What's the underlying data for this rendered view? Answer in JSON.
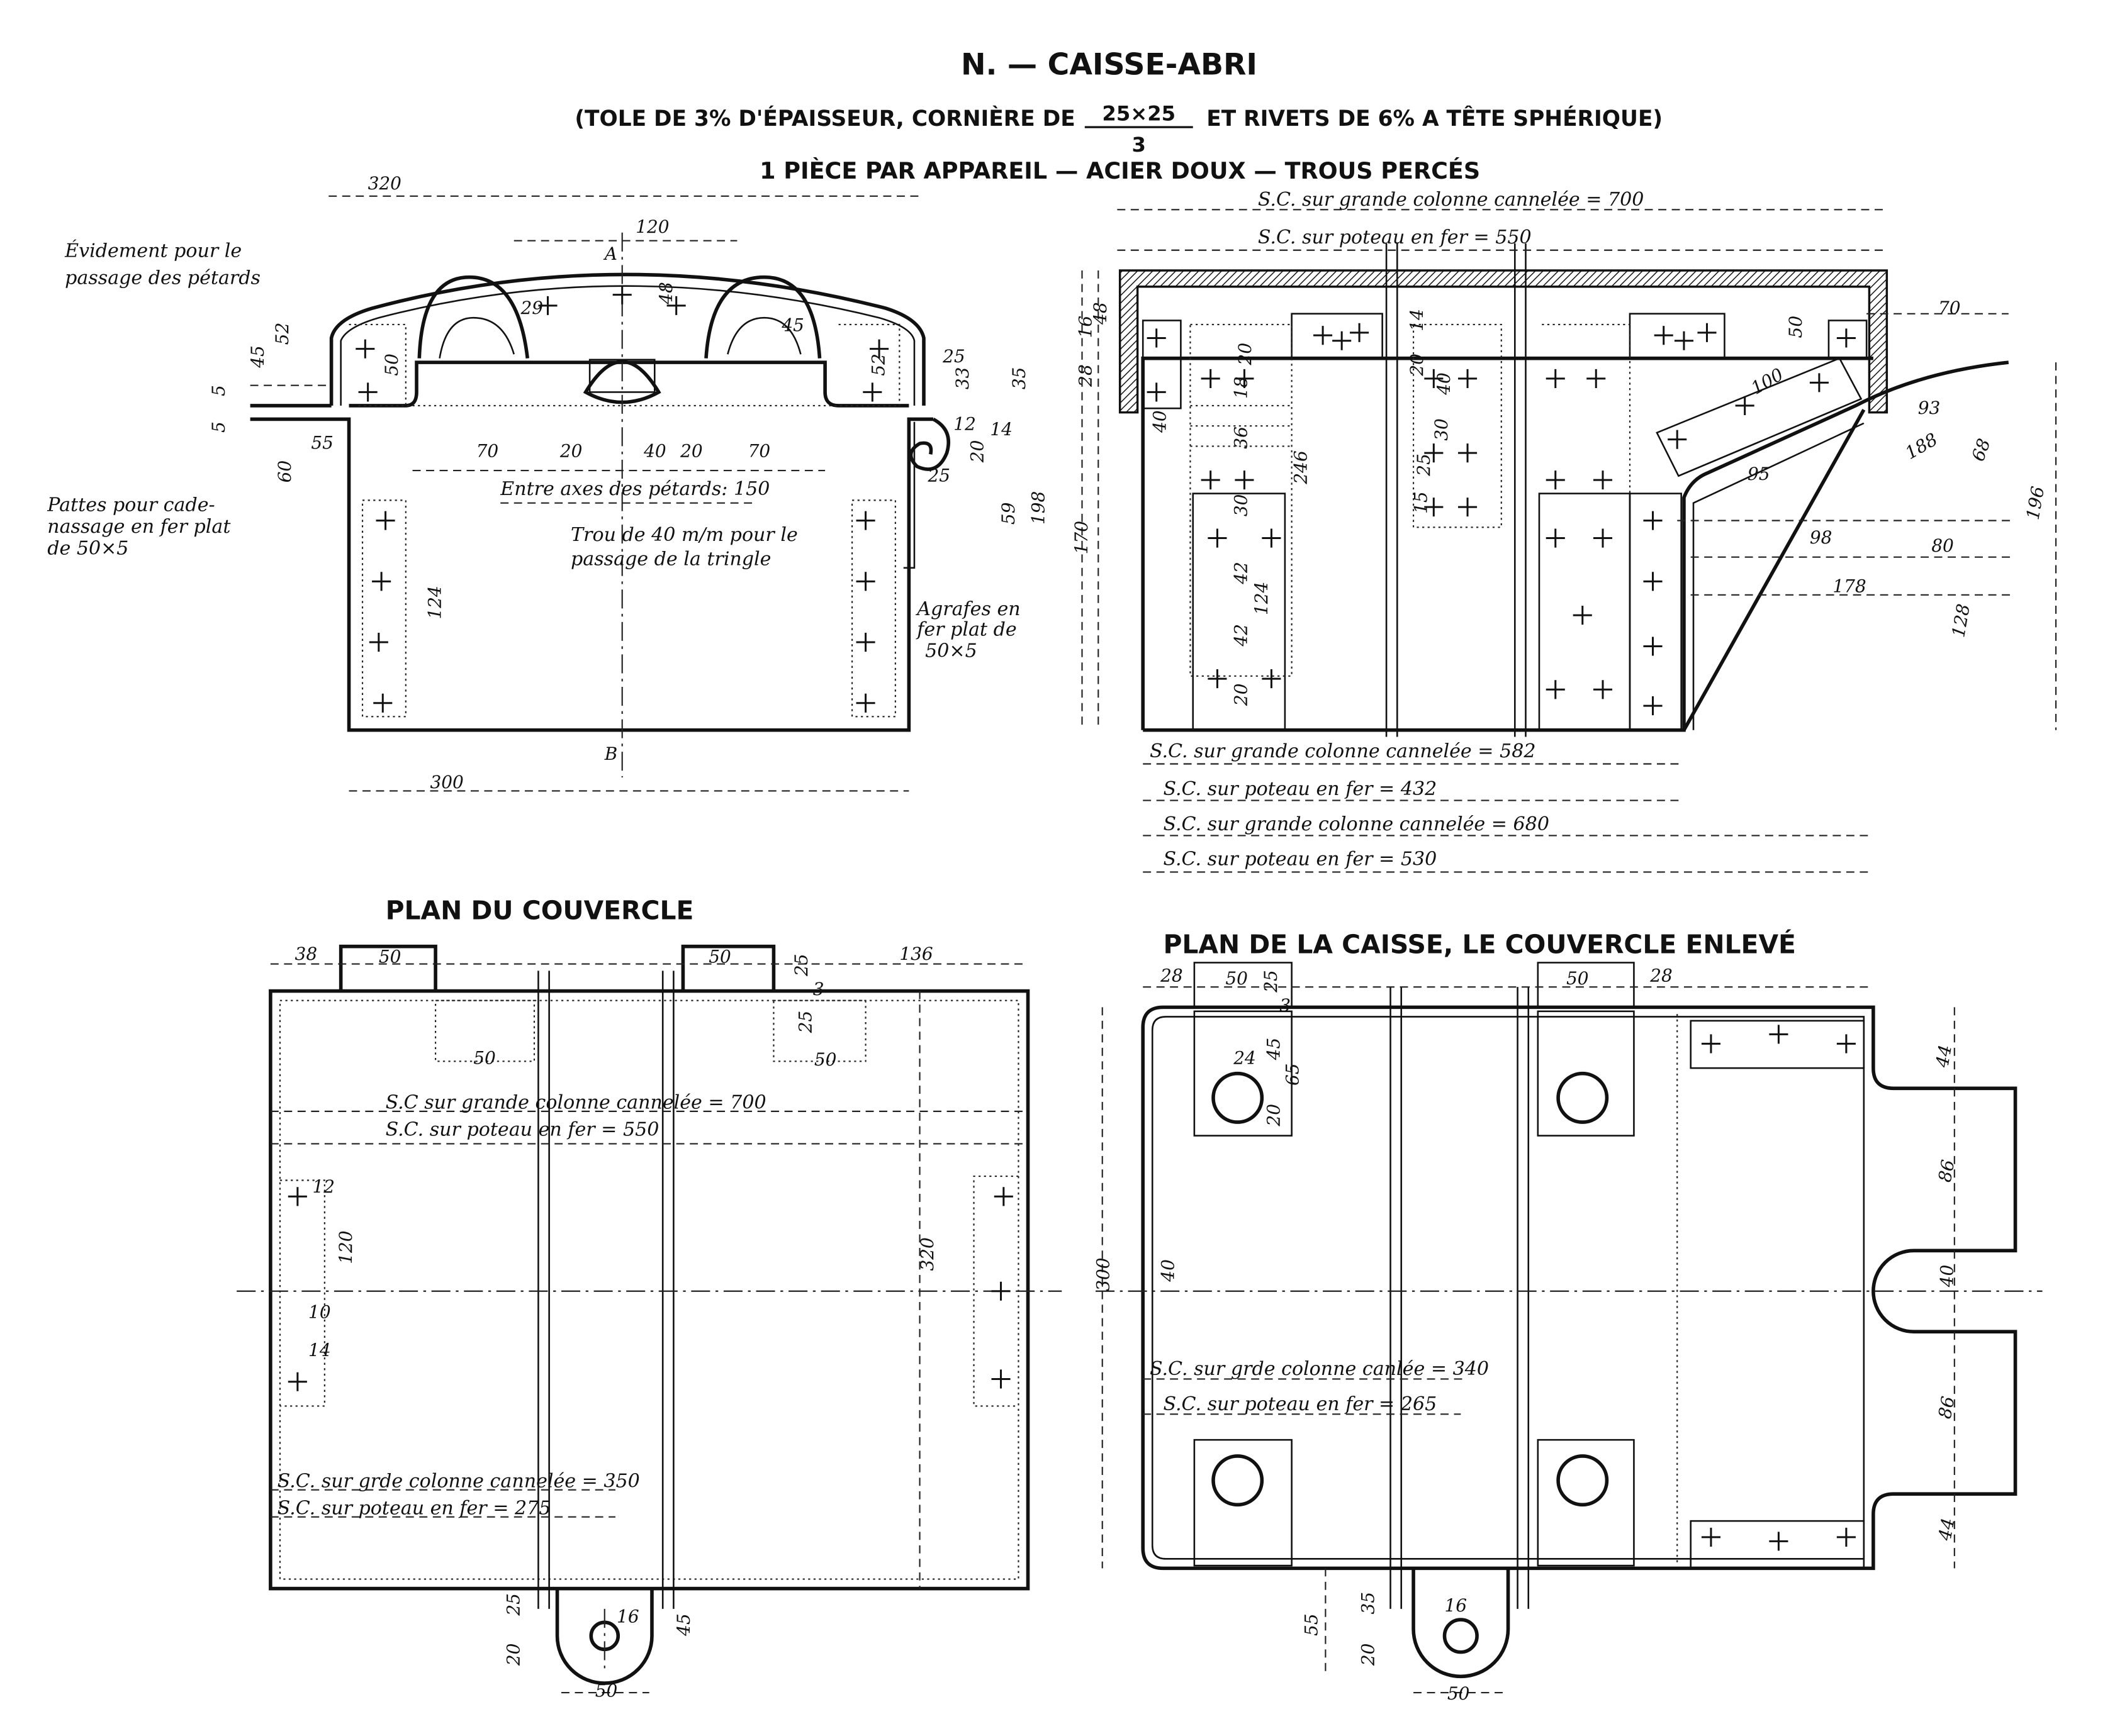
{
  "header": {
    "title": "N. — CAISSE-ABRI",
    "subtitle_left": "(TOLE DE 3% D'ÉPAISSEUR, CORNIÈRE DE",
    "fraction_numerator": "25×25",
    "fraction_denominator": "3",
    "subtitle_right": "ET RIVETS DE 6% A TÊTE SPHÉRIQUE)",
    "specs": "1 PIÈCE PAR APPAREIL — ACIER DOUX — TROUS PERCÉS"
  },
  "front_view": {
    "notes": [
      "Évidement pour le",
      "passage des pétards",
      "Pattes pour cade-",
      "nassage en fer plat",
      "de 50×5",
      "Entre axes des pétards: 150",
      "Trou de 40 m/m pour le",
      "passage de la tringle",
      "Agrafes en",
      "fer plat de",
      "50×5"
    ],
    "dims": [
      "320",
      "120",
      "48",
      "29",
      "45",
      "52",
      "45",
      "50",
      "5",
      "5",
      "55",
      "60",
      "70",
      "20",
      "40",
      "20",
      "70",
      "25",
      "52",
      "35",
      "33",
      "12",
      "20",
      "14",
      "25",
      "59",
      "198",
      "124",
      "300",
      "A",
      "B"
    ]
  },
  "side_view": {
    "lines": [
      "S.C. sur grande colonne cannelée = 700",
      "S.C. sur poteau en fer = 550",
      "S.C. sur grande colonne cannelée = 582",
      "S.C. sur poteau en fer = 432",
      "S.C. sur grande colonne cannelée = 680",
      "S.C. sur poteau en fer = 530"
    ],
    "dims": [
      "16",
      "48",
      "28",
      "170",
      "40",
      "20",
      "18",
      "36",
      "30",
      "42",
      "42",
      "20",
      "124",
      "246",
      "14",
      "20",
      "40",
      "30",
      "25",
      "15",
      "50",
      "70",
      "100",
      "93",
      "188",
      "68",
      "95",
      "98",
      "80",
      "178",
      "196",
      "128"
    ]
  },
  "lid_plan": {
    "title": "PLAN DU COUVERCLE",
    "lines": [
      "S.C sur grande colonne cannelée = 700",
      "S.C. sur poteau en fer = 550",
      "S.C. sur grde colonne cannelée = 350",
      "S.C. sur poteau en fer = 275"
    ],
    "dims": [
      "38",
      "50",
      "50",
      "25",
      "3",
      "136",
      "25",
      "50",
      "50",
      "12",
      "120",
      "10",
      "14",
      "320",
      "25",
      "20",
      "16",
      "45",
      "50"
    ]
  },
  "box_plan": {
    "title": "PLAN DE LA CAISSE, LE COUVERCLE ENLEVÉ",
    "lines": [
      "S.C. sur grde colonne canlée = 340",
      "S.C. sur poteau en fer = 265"
    ],
    "dims": [
      "28",
      "50",
      "25",
      "3",
      "50",
      "28",
      "24",
      "45",
      "65",
      "20",
      "300",
      "40",
      "44",
      "86",
      "40",
      "86",
      "44",
      "55",
      "35",
      "20",
      "16",
      "50"
    ]
  }
}
